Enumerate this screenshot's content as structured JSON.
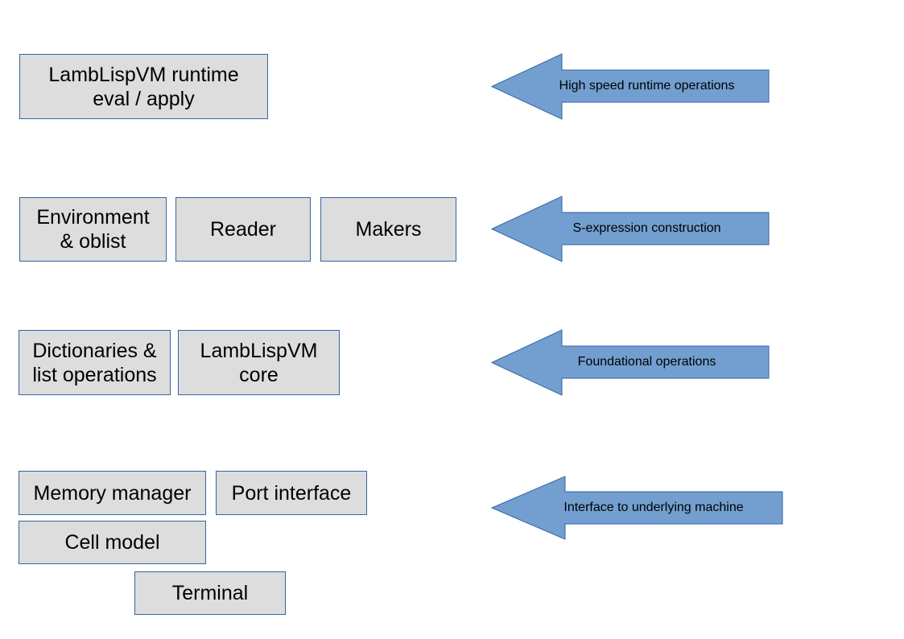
{
  "colors": {
    "box_fill": "#dddddd",
    "box_border": "#3465a4",
    "arrow_fill": "#729fcf",
    "arrow_stroke": "#3465a4"
  },
  "layers": {
    "runtime": {
      "box_label": "LambLispVM runtime\neval / apply",
      "arrow_label": "High speed runtime operations"
    },
    "sexpr": {
      "environment_label": "Environment\n& oblist",
      "reader_label": "Reader",
      "makers_label": "Makers",
      "arrow_label": "S-expression construction"
    },
    "foundation": {
      "dictionaries_label": "Dictionaries &\nlist operations",
      "core_label": "LambLispVM\ncore",
      "arrow_label": "Foundational operations"
    },
    "machine": {
      "memory_label": "Memory manager",
      "port_label": "Port interface",
      "cell_label": "Cell model",
      "terminal_label": "Terminal",
      "arrow_label": "Interface to underlying machine"
    }
  }
}
